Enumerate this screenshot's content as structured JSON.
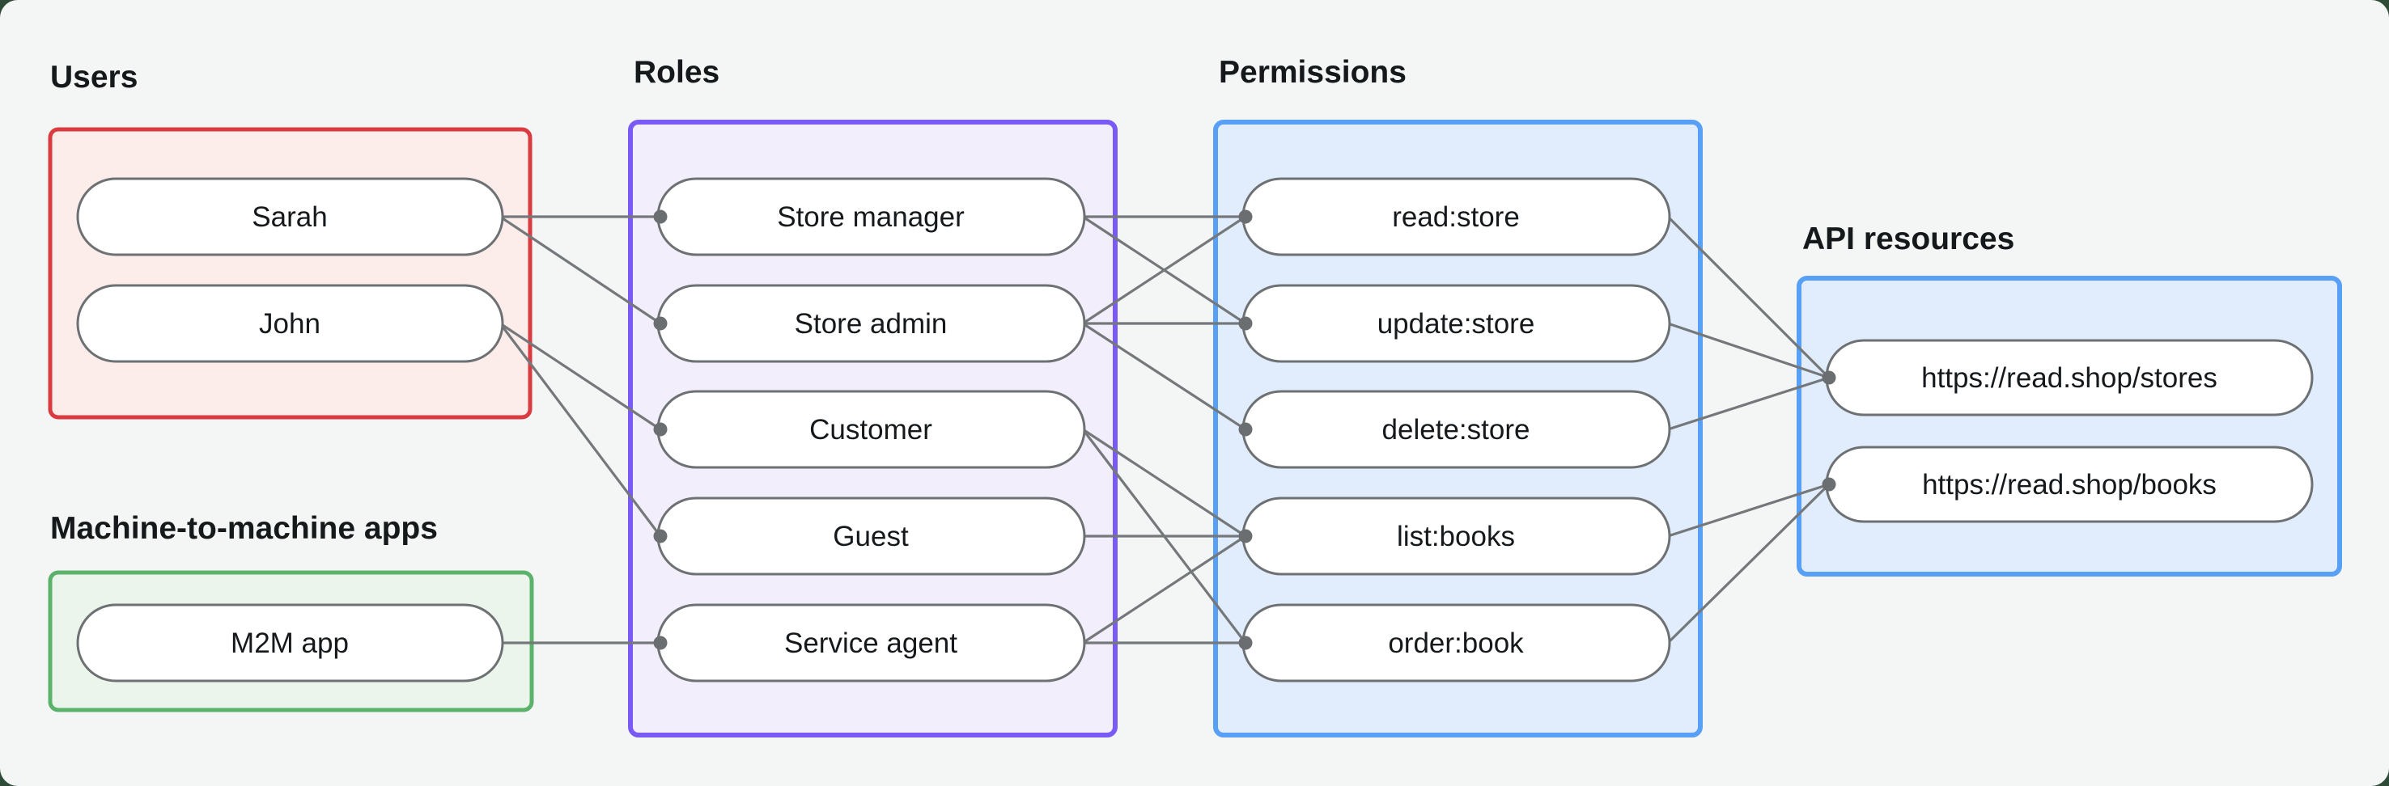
{
  "page": {
    "background": "#f4f6f5",
    "outside_background": "#2e4b37"
  },
  "styles": {
    "edge_color": "#75787b",
    "dot_color": "#6b6e70",
    "node_fill": "#ffffff",
    "node_border": "#6e7173",
    "text_color": "#16191b",
    "title_color": "#16191b"
  },
  "groups": {
    "users": {
      "title": "Users",
      "border_color": "#da3b41",
      "fill_color": "#fcedeb",
      "nodes": [
        "Sarah",
        "John"
      ]
    },
    "m2m": {
      "title": "Machine-to-machine apps",
      "border_color": "#5cb26b",
      "fill_color": "#ecf5ec",
      "nodes": [
        "M2M app"
      ]
    },
    "roles": {
      "title": "Roles",
      "border_color": "#7a5af5",
      "fill_color": "#f3eefc",
      "nodes": [
        "Store manager",
        "Store admin",
        "Customer",
        "Guest",
        "Service agent"
      ]
    },
    "permissions": {
      "title": "Permissions",
      "border_color": "#58a0f6",
      "fill_color": "#e1edfc",
      "nodes": [
        "read:store",
        "update:store",
        "delete:store",
        "list:books",
        "order:book"
      ]
    },
    "api": {
      "title": "API resources",
      "border_color": "#58a0f6",
      "fill_color": "#e1edfc",
      "nodes": [
        "https://read.shop/stores",
        "https://read.shop/books"
      ]
    }
  },
  "connections": [
    [
      "Sarah",
      "Store manager"
    ],
    [
      "Sarah",
      "Store admin"
    ],
    [
      "John",
      "Customer"
    ],
    [
      "John",
      "Guest"
    ],
    [
      "M2M app",
      "Service agent"
    ],
    [
      "Store manager",
      "read:store"
    ],
    [
      "Store manager",
      "update:store"
    ],
    [
      "Store admin",
      "read:store"
    ],
    [
      "Store admin",
      "update:store"
    ],
    [
      "Store admin",
      "delete:store"
    ],
    [
      "Customer",
      "list:books"
    ],
    [
      "Customer",
      "order:book"
    ],
    [
      "Guest",
      "list:books"
    ],
    [
      "Service agent",
      "list:books"
    ],
    [
      "Service agent",
      "order:book"
    ],
    [
      "read:store",
      "https://read.shop/stores"
    ],
    [
      "update:store",
      "https://read.shop/stores"
    ],
    [
      "delete:store",
      "https://read.shop/stores"
    ],
    [
      "list:books",
      "https://read.shop/books"
    ],
    [
      "order:book",
      "https://read.shop/books"
    ]
  ]
}
